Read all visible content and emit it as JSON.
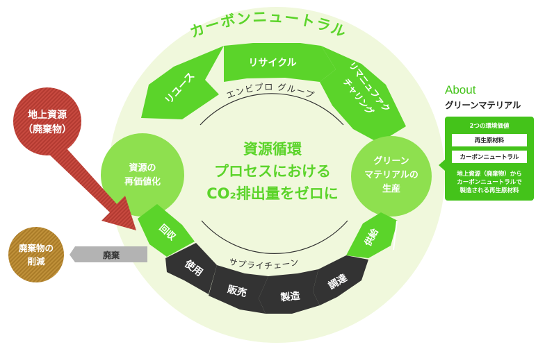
{
  "diagram": {
    "outer_label": "カーボンニュートラル",
    "group_label": "エンビプロ グループ",
    "chain_label": "サプライチェーン",
    "center_text": [
      "資源循環",
      "プロセスにおける",
      "CO₂排出量をゼロに"
    ],
    "segments": {
      "reuse": "リユース",
      "recycle": "リサイクル",
      "remanufacturing": [
        "リマニュファク",
        "チャリング"
      ],
      "revalorize": [
        "資源の",
        "再価値化"
      ],
      "green_material": [
        "グリーン",
        "マテリアルの",
        "生産"
      ],
      "collection": "回収",
      "supply": "供給",
      "use": "使用",
      "sales": "販売",
      "manufacturing": "製造",
      "procurement": "調達"
    },
    "above_ground": [
      "地上資源",
      "（廃棄物）"
    ],
    "waste_reduction": [
      "廃棄物の",
      "削減"
    ],
    "disposal": "廃棄",
    "colors": {
      "bright_green": "#5bd42a",
      "light_green": "#f0f8dc",
      "dark_segment": "#333333",
      "red": "#c0433b",
      "brown": "#b8872f"
    }
  },
  "about": {
    "title": "About",
    "subtitle": "グリーンマテリアル",
    "values_label": "2つの環境価値",
    "values": [
      "再生原材料",
      "カーボンニュートラル"
    ],
    "description": [
      "地上資源（廃棄物）から",
      "カーボンニュートラルで",
      "製造される再生原材料"
    ]
  }
}
